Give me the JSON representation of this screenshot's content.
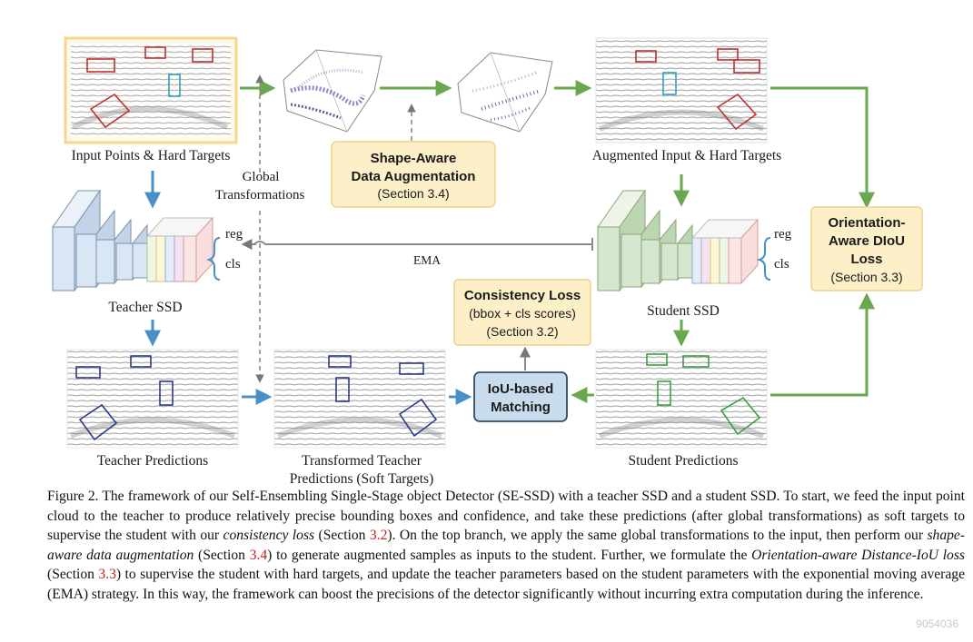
{
  "labels": {
    "input": "Input Points & Hard Targets",
    "global1": "Global",
    "global2": "Transformations",
    "augmented": "Augmented Input & Hard Targets",
    "reg_t": "reg",
    "cls_t": "cls",
    "reg_s": "reg",
    "cls_s": "cls",
    "ema": "EMA",
    "teacher_ssd": "Teacher SSD",
    "student_ssd": "Student SSD",
    "teacher_pred": "Teacher Predictions",
    "transformed1": "Transformed Teacher",
    "transformed2": "Predictions (Soft Targets)",
    "student_pred": "Student Predictions"
  },
  "boxes": {
    "shape_aware": {
      "line1": "Shape-Aware",
      "line2": "Data Augmentation",
      "ref": "(Section 3.4)"
    },
    "consistency": {
      "line1": "Consistency Loss",
      "line2": "(bbox + cls scores)",
      "ref": "(Section 3.2)"
    },
    "iou": {
      "line1": "IoU-based",
      "line2": "Matching"
    },
    "orientation": {
      "line1": "Orientation-",
      "line2": "Aware DIoU",
      "line3": "Loss",
      "ref": "(Section 3.3)"
    }
  },
  "caption": {
    "lead": "Figure 2.  The framework of our Self-Ensembling Single-Stage object Detector (SE-SSD) with a teacher SSD and a student SSD. To start, we feed the input point cloud to the teacher to produce relatively precise bounding boxes and confidence, and take these predictions (after global transformations) as soft targets to supervise the student with our ",
    "em1": "consistency loss",
    "t1": " (Section ",
    "ref1": "3.2",
    "t2": ").  On the top branch, we apply the same global transformations to the input, then perform our ",
    "em2": "shape-aware data augmentation",
    "t3": " (Section ",
    "ref2": "3.4",
    "t4": ") to generate augmented samples as inputs to the student.  Further, we formulate the ",
    "em3": "Orientation-aware Distance-IoU loss",
    "t5": " (Section ",
    "ref3": "3.3",
    "t6": ") to supervise the student with hard targets, and update the teacher parameters based on the student parameters with the exponential moving average (EMA) strategy.  In this way, the framework can boost the precisions of the detector significantly without incurring extra computation during the inference."
  },
  "watermark": "9054036",
  "colors": {
    "green_arrow": "#6aa84f",
    "blue_arrow": "#4a90c8",
    "gray_arrow": "#888888",
    "highlight_border": "#f7d58c",
    "box_fill": "#fdf0c8",
    "iou_fill": "#c9dcee",
    "iou_border": "#2f4d6b",
    "teacher_layer": "#d9e6f3",
    "student_layer": "#d5e8cf",
    "red_box": "#c03030",
    "cyan_box": "#30a0c0",
    "navy_box": "#2a3a8a",
    "green_box": "#3aa040"
  }
}
